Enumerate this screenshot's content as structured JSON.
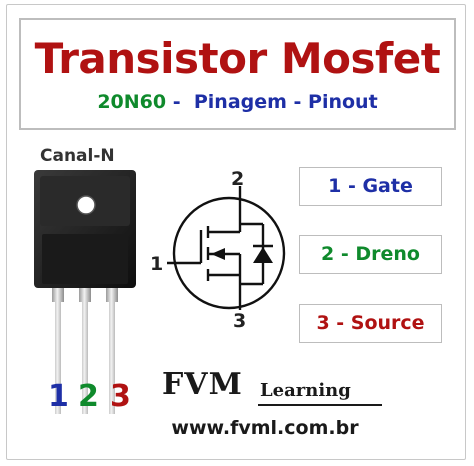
{
  "header": {
    "title": "Transistor Mosfet",
    "part_number": "20N60",
    "subtitle_rest": " -  Pinagem - Pinout"
  },
  "channel_label": "Canal-N",
  "package_pins": [
    "1",
    "2",
    "3"
  ],
  "symbol_pins": {
    "gate": "1",
    "drain": "2",
    "source": "3"
  },
  "pinout": [
    {
      "label": "1 - Gate"
    },
    {
      "label": "2 - Dreno"
    },
    {
      "label": "3 - Source"
    }
  ],
  "brand": {
    "name": "FVM",
    "sub": "Learning",
    "url": "www.fvml.com.br"
  },
  "colors": {
    "title": "#b01212",
    "green": "#0f8a2c",
    "blue": "#1e2fa6",
    "pin1": "#1e2fa6",
    "pin2": "#0f8a2c",
    "pin3": "#b01212"
  }
}
